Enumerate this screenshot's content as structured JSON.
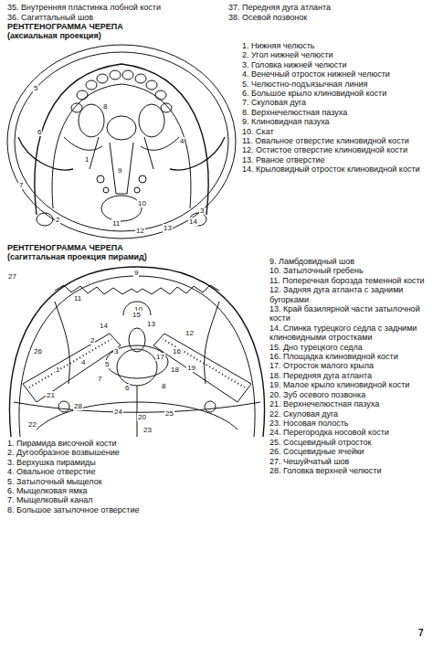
{
  "diagram": {
    "labels": [
      "35. Внутренняя пластинка лобной кости",
      "36. Сагиттальный шов",
      "37. Передняя дуга атланта",
      "38. Осевой позвонок",
      "РЕНТГЕНОГРАММА ЧЕРЕПА",
      "(аксиальная проекция)",
      "1. Нижняя челюсть",
      "2. Угол нижней челюсти",
      "3. Головка нижней челюсти",
      "4. Венечный отросток нижней челюсти",
      "5. Челюстно-подъязычная линия",
      "6. Большое крыло клиновидной кости",
      "7. Скуловая дуга",
      "8. Верхнечелюстная пазуха",
      "9. Клиновидная пазуха",
      "10. Скат",
      "11. Овальное отверстие клиновидной кости",
      "12. Остистое отверстие клиновидной кости",
      "13. Рваное отверстие",
      "14. Крыловидный отросток клиновидной кости",
      "5",
      "6",
      "7",
      "1",
      "2",
      "3",
      "4",
      "8",
      "9",
      "10",
      "11",
      "12",
      "13",
      "14",
      "РЕНТГЕНОГРАММА ЧЕРЕПА",
      "(сагиттальная проекция пирамид)",
      "9. Ламбдовидный шов",
      "10. Затылочный гребень",
      "11. Поперечная борозда теменной кости",
      "12. Задняя дуга атланта с задними бугорками",
      "13. Край базилярной части затылочной кости",
      "14. Спинка турецкого седла с задними клиновидными отростками",
      "15. Дно турецкого седла",
      "16. Площадка клиновидной кости",
      "17. Отросток малого крыла",
      "18. Передняя дуга атланта",
      "19. Малое крыло клиновидной кости",
      "20. Зуб осевого позвонка",
      "21. Верхнечелюстная пазуха",
      "22. Скуловая дуга",
      "23. Носовая полость",
      "24. Перегородка носовой кости",
      "25. Сосцевидный отросток",
      "26. Сосцевидные ячейки",
      "27. Чешуйчатый шов",
      "28. Головка верхней челюсти",
      "1",
      "2",
      "3",
      "4",
      "5",
      "6",
      "7",
      "8",
      "9",
      "10",
      "11",
      "12",
      "13",
      "14",
      "15",
      "16",
      "17",
      "18",
      "19",
      "20",
      "21",
      "22",
      "23",
      "24",
      "25",
      "26",
      "27",
      "28",
      "1. Пирамида височной кости",
      "2. Дугообразное возвышение",
      "3. Верхушка пирамиды",
      "4. Овальное отверстие",
      "5. Затылочный мыщелок",
      "6. Мыщелковая ямка",
      "7. Мыщелковый канал",
      "8. Большое затылочное отверстие",
      "7"
    ]
  }
}
